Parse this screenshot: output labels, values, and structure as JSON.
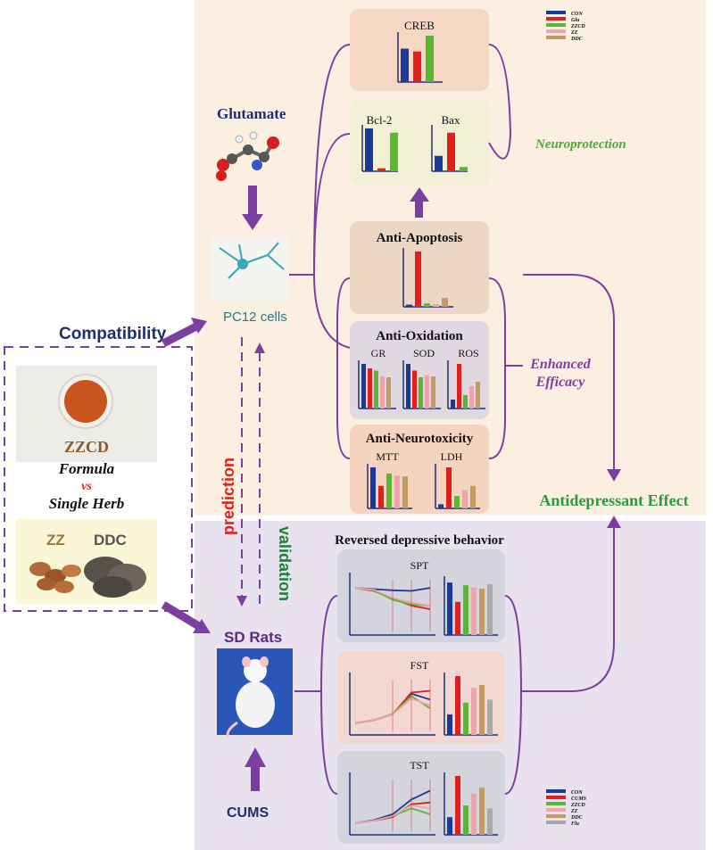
{
  "colors": {
    "con": "#1a3a9a",
    "glu": "#e0201c",
    "zzcd": "#58b830",
    "zz": "#f1a3ab",
    "ddc": "#c29a62",
    "flu": "#a9a9a9",
    "purple": "#7b3fa0",
    "navy": "#1d2e73",
    "teal": "#1f7f8a",
    "green": "#2e9a3a",
    "red": "#e0201c",
    "top_panel": "#fbefe2",
    "bottom_panel": "#e8e1ee"
  },
  "left": {
    "compatibility": "Compatibility",
    "zzcd": "ZZCD",
    "formula": "Formula",
    "vs": "vs",
    "single_herb": "Single Herb",
    "zz": "ZZ",
    "ddc": "DDC"
  },
  "center": {
    "glutamate": "Glutamate",
    "pc12": "PC12 cells",
    "prediction": "prediction",
    "validation": "validation",
    "sd_rats": "SD Rats",
    "cums": "CUMS"
  },
  "top_legend": [
    "CON",
    "Glu",
    "ZZCD",
    "ZZ",
    "DDC"
  ],
  "bottom_legend": [
    "CON",
    "CUMS",
    "ZZCD",
    "ZZ",
    "DDC",
    "Flu"
  ],
  "boxes": {
    "creb": "CREB",
    "bcl2": "Bcl-2",
    "bax": "Bax",
    "anti_apoptosis": "Anti-Apoptosis",
    "anti_oxidation": "Anti-Oxidation",
    "gr": "GR",
    "sod": "SOD",
    "ros": "ROS",
    "anti_neurotoxicity": "Anti-Neurotoxicity",
    "mtt": "MTT",
    "ldh": "LDH",
    "reversed": "Reversed depressive behavior",
    "spt": "SPT",
    "fst": "FST",
    "tst": "TST"
  },
  "right": {
    "neuroprotection": "Neuroprotection",
    "enhanced": "Enhanced",
    "efficacy": "Efficacy",
    "antidepressant": "Antidepressant Effect"
  },
  "chart_data": [
    {
      "type": "bar",
      "title": "CREB",
      "categories": [
        "CON",
        "Glu",
        "ZZCD"
      ],
      "values": [
        0.72,
        0.66,
        1.0
      ]
    },
    {
      "type": "bar",
      "title": "Bcl-2",
      "categories": [
        "CON",
        "Glu",
        "ZZCD"
      ],
      "values": [
        1.0,
        0.07,
        0.9
      ]
    },
    {
      "type": "bar",
      "title": "Bax",
      "categories": [
        "CON",
        "Glu",
        "ZZCD"
      ],
      "values": [
        0.36,
        0.9,
        0.1
      ]
    },
    {
      "type": "bar",
      "title": "Anti-Apoptosis",
      "categories": [
        "CON",
        "Glu",
        "ZZCD",
        "ZZ",
        "DDC"
      ],
      "values": [
        0.04,
        1.0,
        0.06,
        0.05,
        0.16
      ]
    },
    {
      "type": "bar",
      "title": "GR",
      "categories": [
        "CON",
        "Glu",
        "ZZCD",
        "ZZ",
        "DDC"
      ],
      "values": [
        1.0,
        0.9,
        0.85,
        0.72,
        0.7
      ]
    },
    {
      "type": "bar",
      "title": "SOD",
      "categories": [
        "CON",
        "Glu",
        "ZZCD",
        "ZZ",
        "DDC"
      ],
      "values": [
        1.0,
        0.85,
        0.7,
        0.75,
        0.72
      ]
    },
    {
      "type": "bar",
      "title": "ROS",
      "categories": [
        "CON",
        "Glu",
        "ZZCD",
        "ZZ",
        "DDC"
      ],
      "values": [
        0.2,
        1.0,
        0.3,
        0.5,
        0.6
      ]
    },
    {
      "type": "bar",
      "title": "MTT",
      "categories": [
        "CON",
        "Glu",
        "ZZCD",
        "ZZ",
        "DDC"
      ],
      "values": [
        1.0,
        0.55,
        0.85,
        0.8,
        0.78
      ]
    },
    {
      "type": "bar",
      "title": "LDH",
      "categories": [
        "CON",
        "Glu",
        "ZZCD",
        "ZZ",
        "DDC"
      ],
      "values": [
        0.1,
        1.0,
        0.3,
        0.45,
        0.55
      ]
    },
    {
      "type": "line",
      "title": "SPT",
      "x": [
        0,
        1,
        2,
        3,
        4
      ],
      "series": [
        {
          "values": [
            0.8,
            0.78,
            0.76,
            0.75,
            0.8
          ]
        },
        {
          "values": [
            0.8,
            0.75,
            0.62,
            0.5,
            0.44
          ]
        },
        {
          "values": [
            0.8,
            0.76,
            0.6,
            0.52,
            0.5
          ]
        },
        {
          "values": [
            0.8,
            0.77,
            0.63,
            0.55,
            0.5
          ]
        }
      ]
    },
    {
      "type": "bar",
      "title": "SPT",
      "categories": [
        "CON",
        "CUMS",
        "ZZCD",
        "ZZ",
        "DDC",
        "Flu"
      ],
      "values": [
        0.95,
        0.6,
        0.9,
        0.86,
        0.84,
        0.92
      ]
    },
    {
      "type": "line",
      "title": "FST",
      "x": [
        0,
        1,
        2,
        3,
        4
      ],
      "series": [
        {
          "values": [
            0.2,
            0.25,
            0.35,
            0.7,
            0.6
          ]
        },
        {
          "values": [
            0.2,
            0.25,
            0.35,
            0.72,
            0.75
          ]
        },
        {
          "values": [
            0.2,
            0.25,
            0.36,
            0.66,
            0.45
          ]
        },
        {
          "values": [
            0.2,
            0.25,
            0.35,
            0.62,
            0.5
          ]
        }
      ]
    },
    {
      "type": "bar",
      "title": "FST",
      "categories": [
        "CON",
        "CUMS",
        "ZZCD",
        "ZZ",
        "DDC",
        "Flu"
      ],
      "values": [
        0.35,
        1.0,
        0.55,
        0.8,
        0.85,
        0.6
      ]
    },
    {
      "type": "line",
      "title": "TST",
      "x": [
        0,
        1,
        2,
        3,
        4
      ],
      "series": [
        {
          "values": [
            0.2,
            0.25,
            0.35,
            0.6,
            0.75
          ]
        },
        {
          "values": [
            0.2,
            0.24,
            0.3,
            0.52,
            0.55
          ]
        },
        {
          "values": [
            0.2,
            0.24,
            0.32,
            0.45,
            0.35
          ]
        },
        {
          "values": [
            0.2,
            0.24,
            0.32,
            0.5,
            0.45
          ]
        }
      ]
    },
    {
      "type": "bar",
      "title": "TST",
      "categories": [
        "CON",
        "CUMS",
        "ZZCD",
        "ZZ",
        "DDC",
        "Flu"
      ],
      "values": [
        0.3,
        1.0,
        0.5,
        0.7,
        0.8,
        0.45
      ]
    }
  ]
}
